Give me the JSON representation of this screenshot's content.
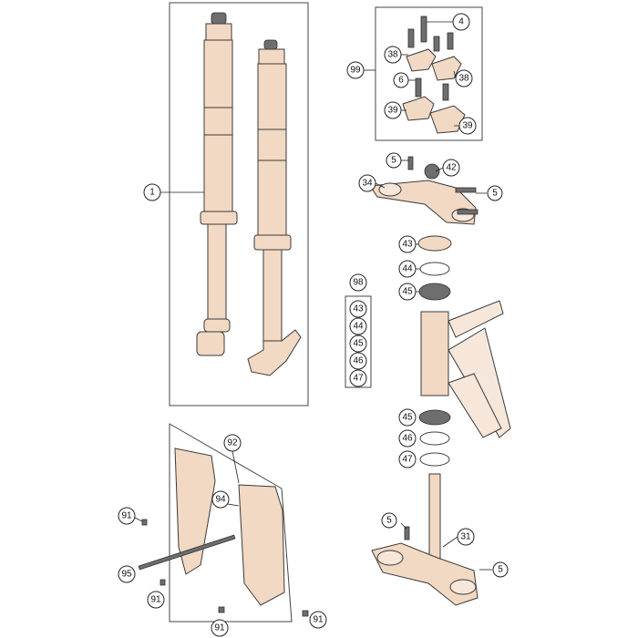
{
  "callouts": {
    "c1": "1",
    "c4": "4",
    "c38a": "38",
    "c38b": "38",
    "c99": "99",
    "c6": "6",
    "c39a": "39",
    "c39b": "39",
    "c5a": "5",
    "c42": "42",
    "c34": "34",
    "c5b": "5",
    "c43": "43",
    "c44": "44",
    "c45": "45",
    "c98": "98",
    "k43": "43",
    "k44": "44",
    "k45": "45",
    "k46": "46",
    "k47": "47",
    "c45b": "45",
    "c46": "46",
    "c47": "47",
    "c92": "92",
    "c94": "94",
    "c91a": "91",
    "c95": "95",
    "c91b": "91",
    "c91c": "91",
    "c91d": "91",
    "c5c": "5",
    "c31": "31",
    "c5d": "5"
  }
}
